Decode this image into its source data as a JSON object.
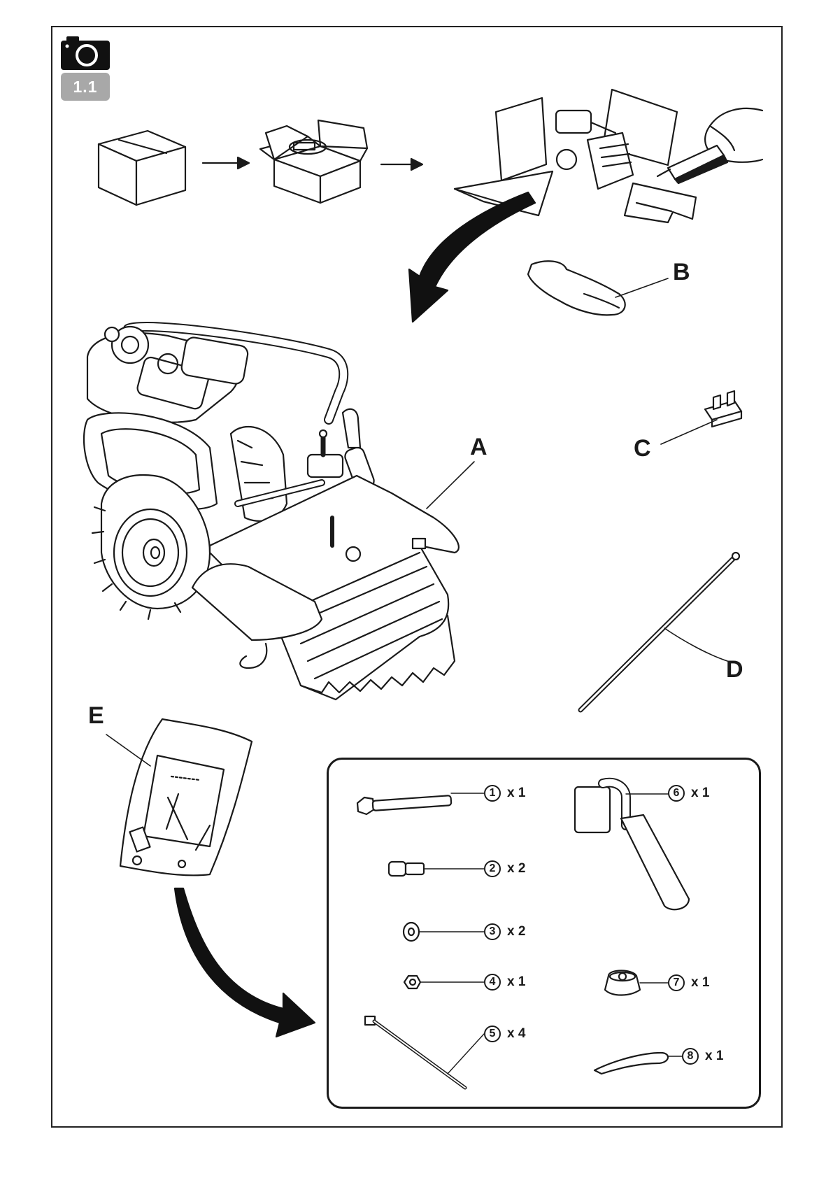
{
  "figure": {
    "badge": "1.1",
    "icon": "camera-icon"
  },
  "labels": {
    "A": "A",
    "B": "B",
    "C": "C",
    "D": "D",
    "E": "E"
  },
  "parts_kit": {
    "items": [
      {
        "num": "1",
        "qty": "x 1"
      },
      {
        "num": "2",
        "qty": "x 2"
      },
      {
        "num": "3",
        "qty": "x 2"
      },
      {
        "num": "4",
        "qty": "x 1"
      },
      {
        "num": "5",
        "qty": "x 4"
      },
      {
        "num": "6",
        "qty": "x 1"
      },
      {
        "num": "7",
        "qty": "x 1"
      },
      {
        "num": "8",
        "qty": "x 1"
      }
    ]
  }
}
